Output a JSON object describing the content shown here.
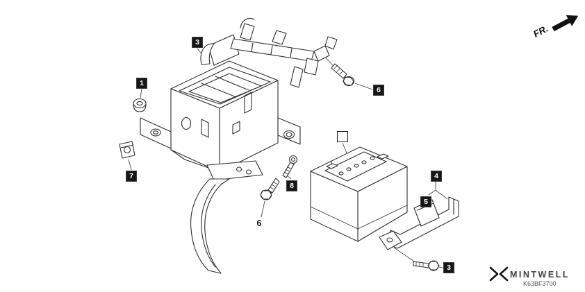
{
  "fr_indicator": {
    "label": "FR."
  },
  "diagram_code": "K63BF3700",
  "watermark": {
    "brand": "MINTWELL"
  },
  "callouts": [
    {
      "label": "3"
    },
    {
      "label": "1"
    },
    {
      "label": "6"
    },
    {
      "label": "7"
    },
    {
      "label": "8"
    },
    {
      "label": "6"
    },
    {
      "label": "4"
    },
    {
      "label": "5"
    },
    {
      "label": "3"
    },
    {
      "label": ""
    }
  ]
}
